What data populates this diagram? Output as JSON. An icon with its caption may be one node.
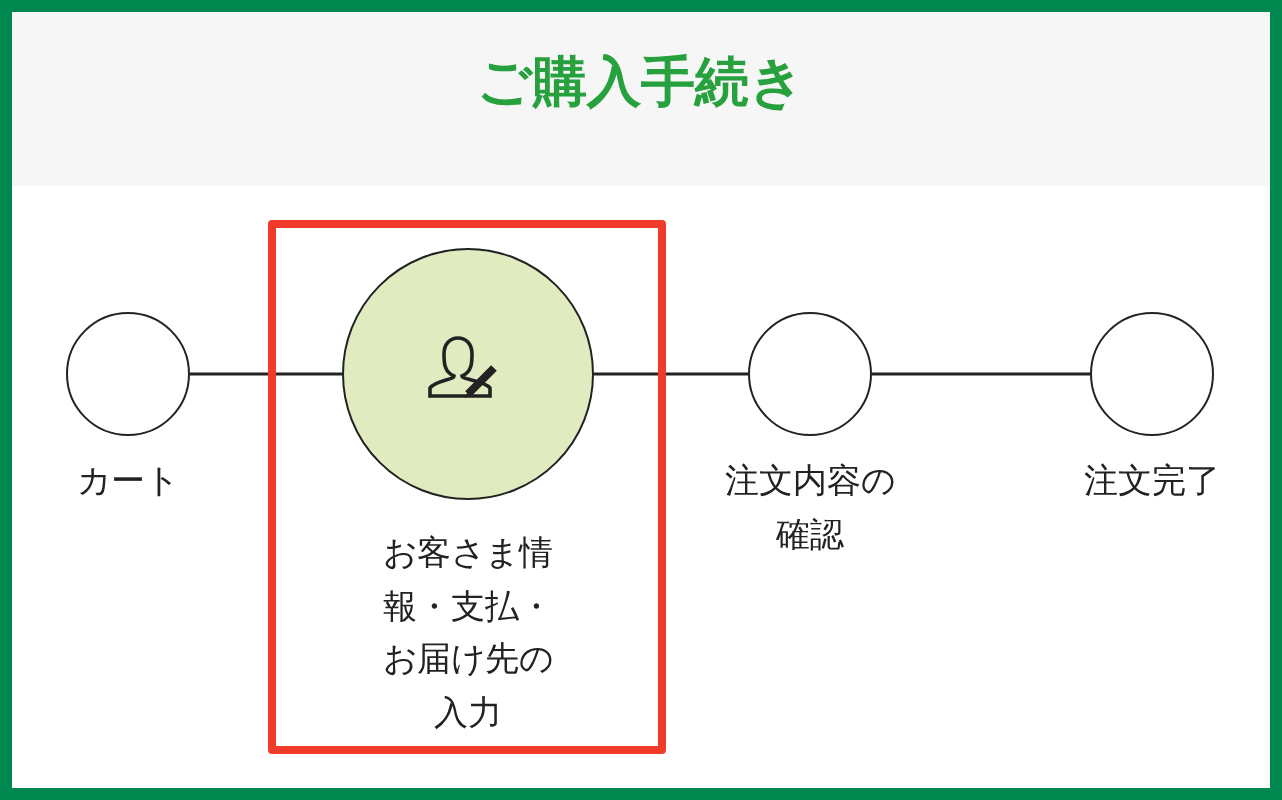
{
  "diagram": {
    "title": "ご購入手続き",
    "nodes": [
      {
        "text": [],
        "shape": "circle",
        "beside": [
          "カート"
        ]
      },
      {
        "text": [],
        "shape": "box"
      },
      {
        "text": [],
        "shape": "circle",
        "in": 1,
        "beside": [
          "お客さま情報・支払・お届け先の入力"
        ]
      },
      {
        "text": [],
        "shape": "circle",
        "beside": [
          "注文内容の確認"
        ]
      },
      {
        "text": [],
        "shape": "circle",
        "beside": [
          "注文完了"
        ]
      }
    ],
    "edges": [
      {
        "from": 0,
        "to": 2,
        "arrow": "none"
      },
      {
        "from": 2,
        "to": 3,
        "arrow": "none"
      },
      {
        "from": 3,
        "to": 4,
        "arrow": "none"
      }
    ]
  }
}
